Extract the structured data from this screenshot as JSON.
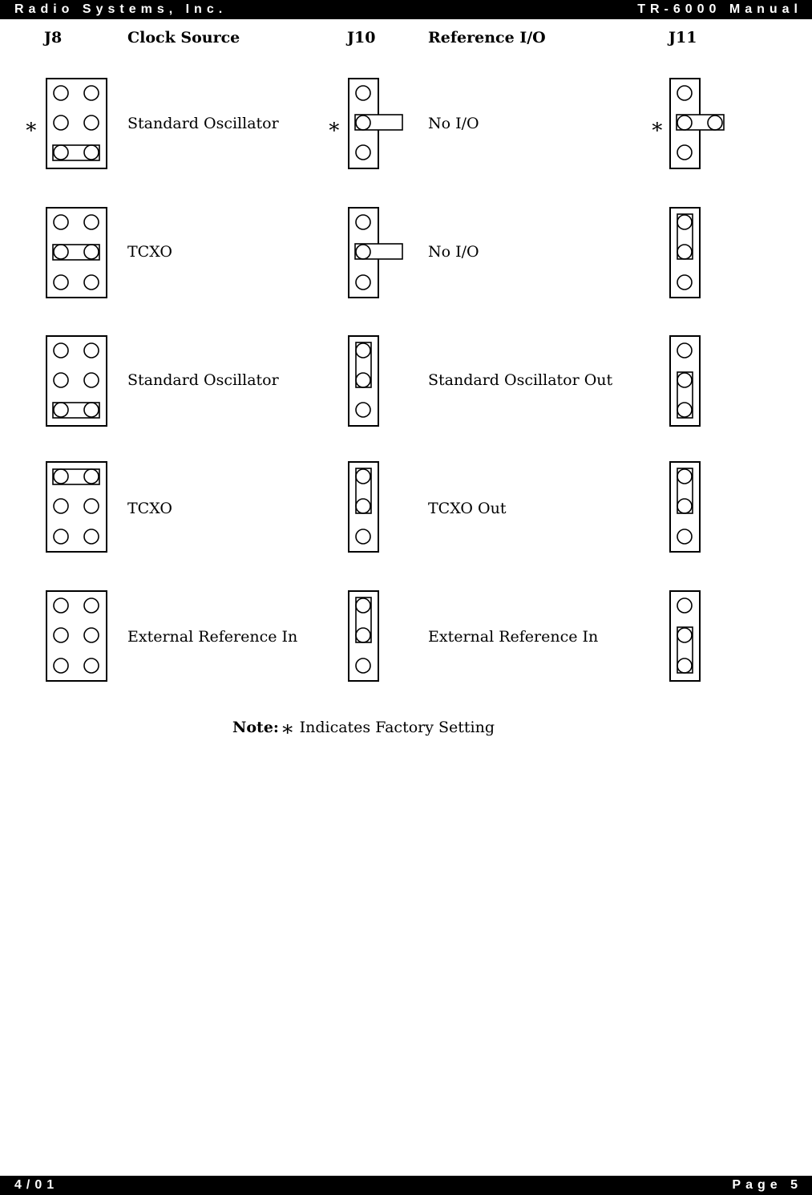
{
  "header": {
    "left": "Radio Systems, Inc.",
    "right": "TR-6000 Manual"
  },
  "footer": {
    "left": "4/01",
    "right": "Page 5"
  },
  "columns": {
    "j8": "J8",
    "clock_source": "Clock Source",
    "j10": "J10",
    "reference_io": "Reference I/O",
    "j11": "J11"
  },
  "factory_marker": "∗",
  "rows": [
    {
      "clock_source": "Standard Oscillator",
      "reference_io": "No I/O",
      "factory": true
    },
    {
      "clock_source": "TCXO",
      "reference_io": "No I/O",
      "factory": false
    },
    {
      "clock_source": "Standard Oscillator",
      "reference_io": "Standard Oscillator Out",
      "factory": false
    },
    {
      "clock_source": "TCXO",
      "reference_io": "TCXO Out",
      "factory": false
    },
    {
      "clock_source": "External Reference In",
      "reference_io": "External Reference In",
      "factory": false
    }
  ],
  "note": {
    "label": "Note:",
    "marker": "∗",
    "text": "Indicates Factory Setting"
  }
}
